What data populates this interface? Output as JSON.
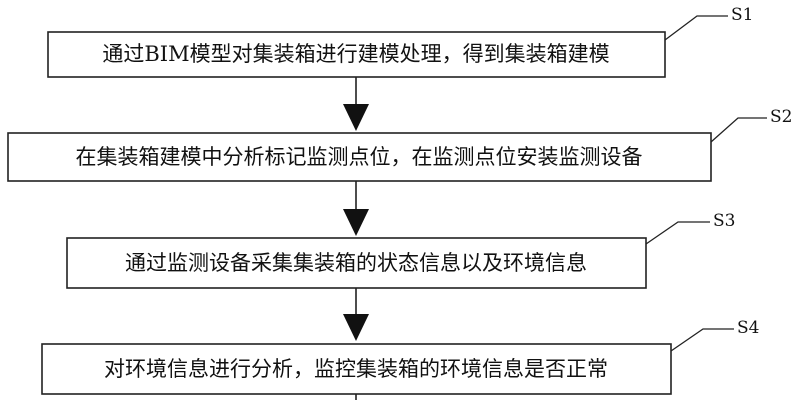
{
  "steps": [
    {
      "label": "S1",
      "text": "通过BIM模型对集装箱进行建模处理，得到集装箱建模"
    },
    {
      "label": "S2",
      "text": "在集装箱建模中分析标记监测点位，在监测点位安装监测设备"
    },
    {
      "label": "S3",
      "text": "通过监测设备采集集装箱的状态信息以及环境信息"
    },
    {
      "label": "S4",
      "text": "对环境信息进行分析，监控集装箱的环境信息是否正常"
    }
  ]
}
